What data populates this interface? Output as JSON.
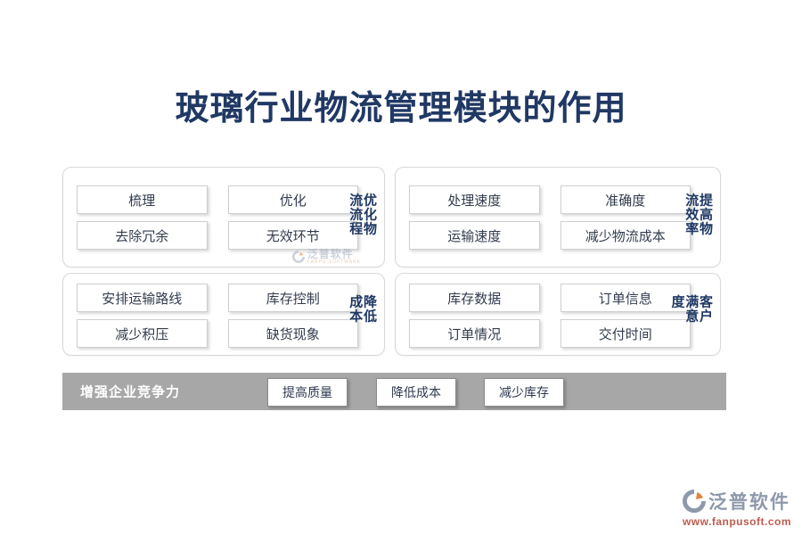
{
  "title": "玻璃行业物流管理模块的作用",
  "panels": [
    {
      "name": "optimize-process",
      "side_label": "优化物流流程",
      "items": [
        "梳理",
        "优化",
        "去除冗余",
        "无效环节"
      ]
    },
    {
      "name": "logistics-efficiency",
      "side_label": "提高物流效率",
      "items": [
        "处理速度",
        "准确度",
        "运输速度",
        "减少物流成本"
      ]
    },
    {
      "name": "reduce-cost",
      "side_label": "降低成本",
      "items": [
        "安排运输路线",
        "库存控制",
        "减少积压",
        "缺货现象"
      ]
    },
    {
      "name": "customer-satisfaction",
      "side_label": "客户满意度",
      "items": [
        "库存数据",
        "订单信息",
        "订单情况",
        "交付时间"
      ]
    }
  ],
  "bottom_bar": {
    "label": "增强企业竞争力",
    "items": [
      "提高质量",
      "降低成本",
      "减少库存"
    ]
  },
  "watermark": {
    "brand": "泛普软件",
    "brand_sub": "FANPU SOFTWARE",
    "url": "www.fanpusoft.com"
  },
  "colors": {
    "title_navy": "#203864",
    "label_navy": "#1f3864",
    "chip_text": "#323c4e",
    "bar_gray": "#a7a7a7",
    "brand_gray": "#8e99ab",
    "brand_orange": "#e0833f",
    "url_red": "#bf5b4d"
  }
}
